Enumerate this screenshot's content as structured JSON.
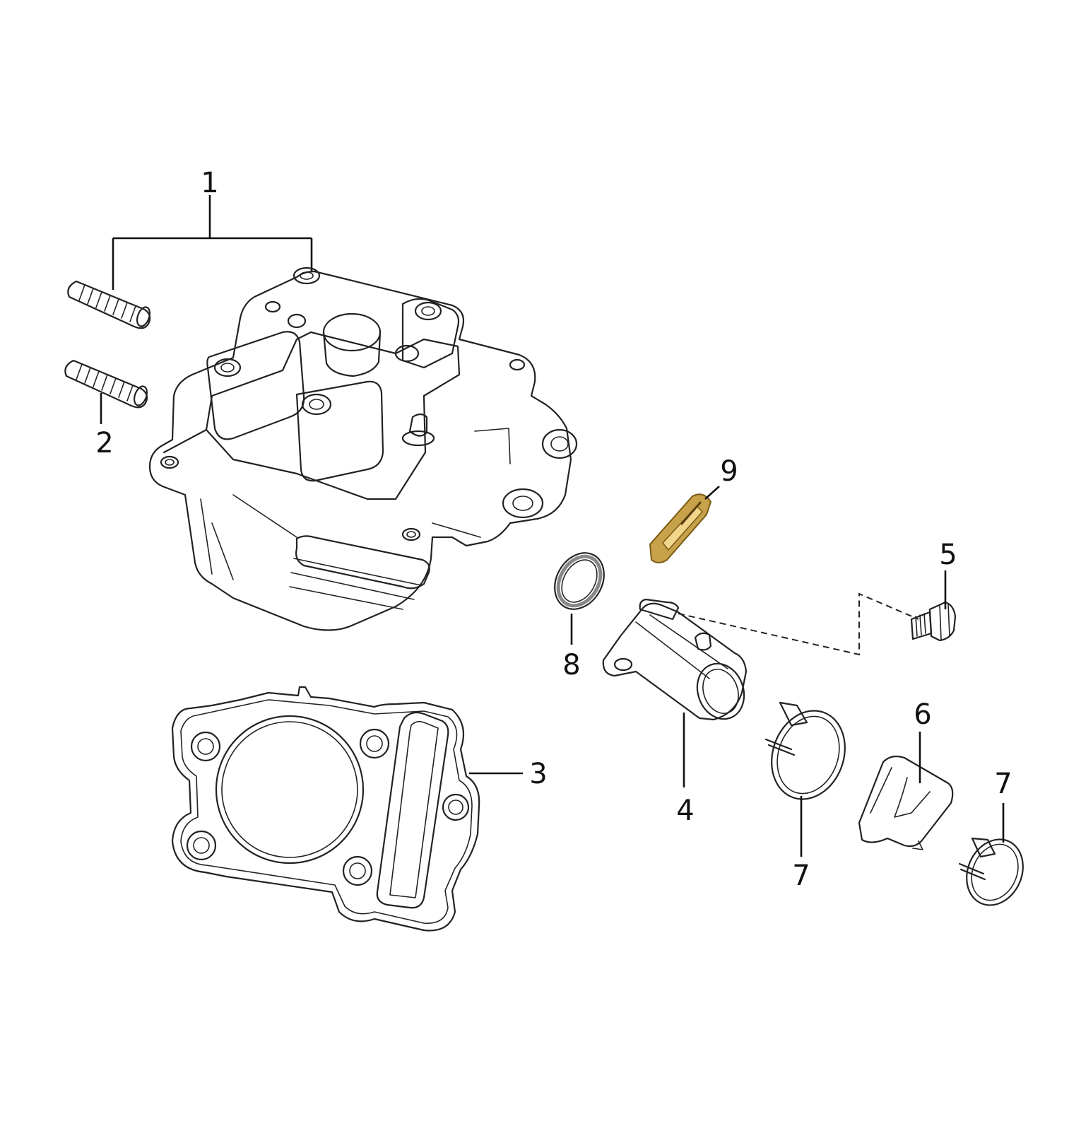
{
  "diagram": {
    "callouts": [
      {
        "id": "1",
        "label": "1"
      },
      {
        "id": "2",
        "label": "2"
      },
      {
        "id": "3",
        "label": "3"
      },
      {
        "id": "4",
        "label": "4"
      },
      {
        "id": "5",
        "label": "5"
      },
      {
        "id": "6",
        "label": "6"
      },
      {
        "id": "7a",
        "label": "7"
      },
      {
        "id": "7b",
        "label": "7"
      },
      {
        "id": "8",
        "label": "8"
      },
      {
        "id": "9",
        "label": "9"
      }
    ],
    "highlight_color": "#c8a24a"
  }
}
